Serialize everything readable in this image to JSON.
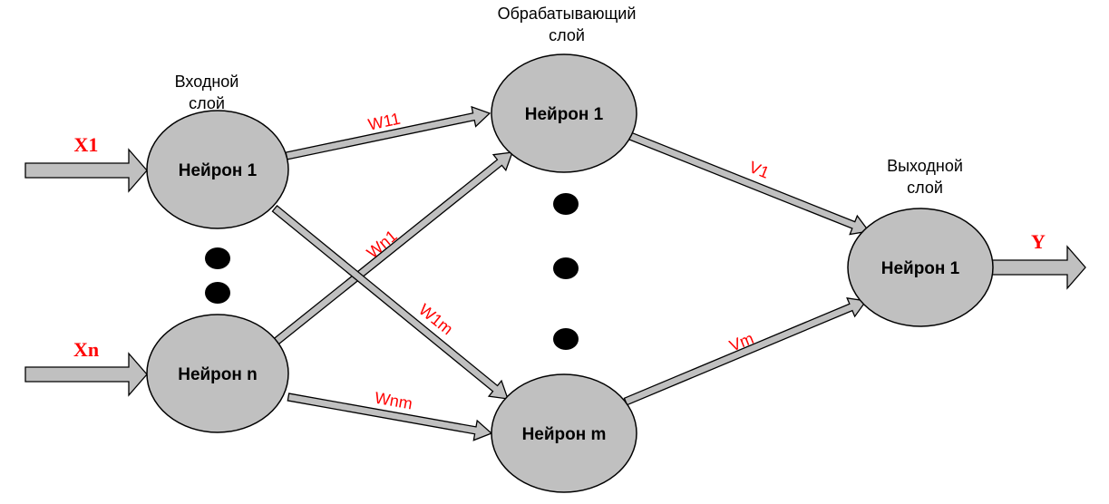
{
  "layers": {
    "input": [
      "Входной",
      "слой"
    ],
    "hidden": [
      "Обрабатывающий",
      "слой"
    ],
    "output": [
      "Выходной",
      "слой"
    ]
  },
  "nodes": {
    "input_1": "Нейрон 1",
    "input_n": "Нейрон n",
    "hidden_1": "Нейрон 1",
    "hidden_m": "Нейрон m",
    "output_1": "Нейрон 1"
  },
  "inputs": [
    "X1",
    "Xn"
  ],
  "output": "Y",
  "weights": {
    "w11": "W11",
    "wn1": "Wn1",
    "w1m": "W1m",
    "wnm": "Wnm",
    "v1": "V1",
    "vm": "Vm"
  },
  "colors": {
    "node_fill": "#c0c0c0",
    "label": "#ff0000"
  }
}
